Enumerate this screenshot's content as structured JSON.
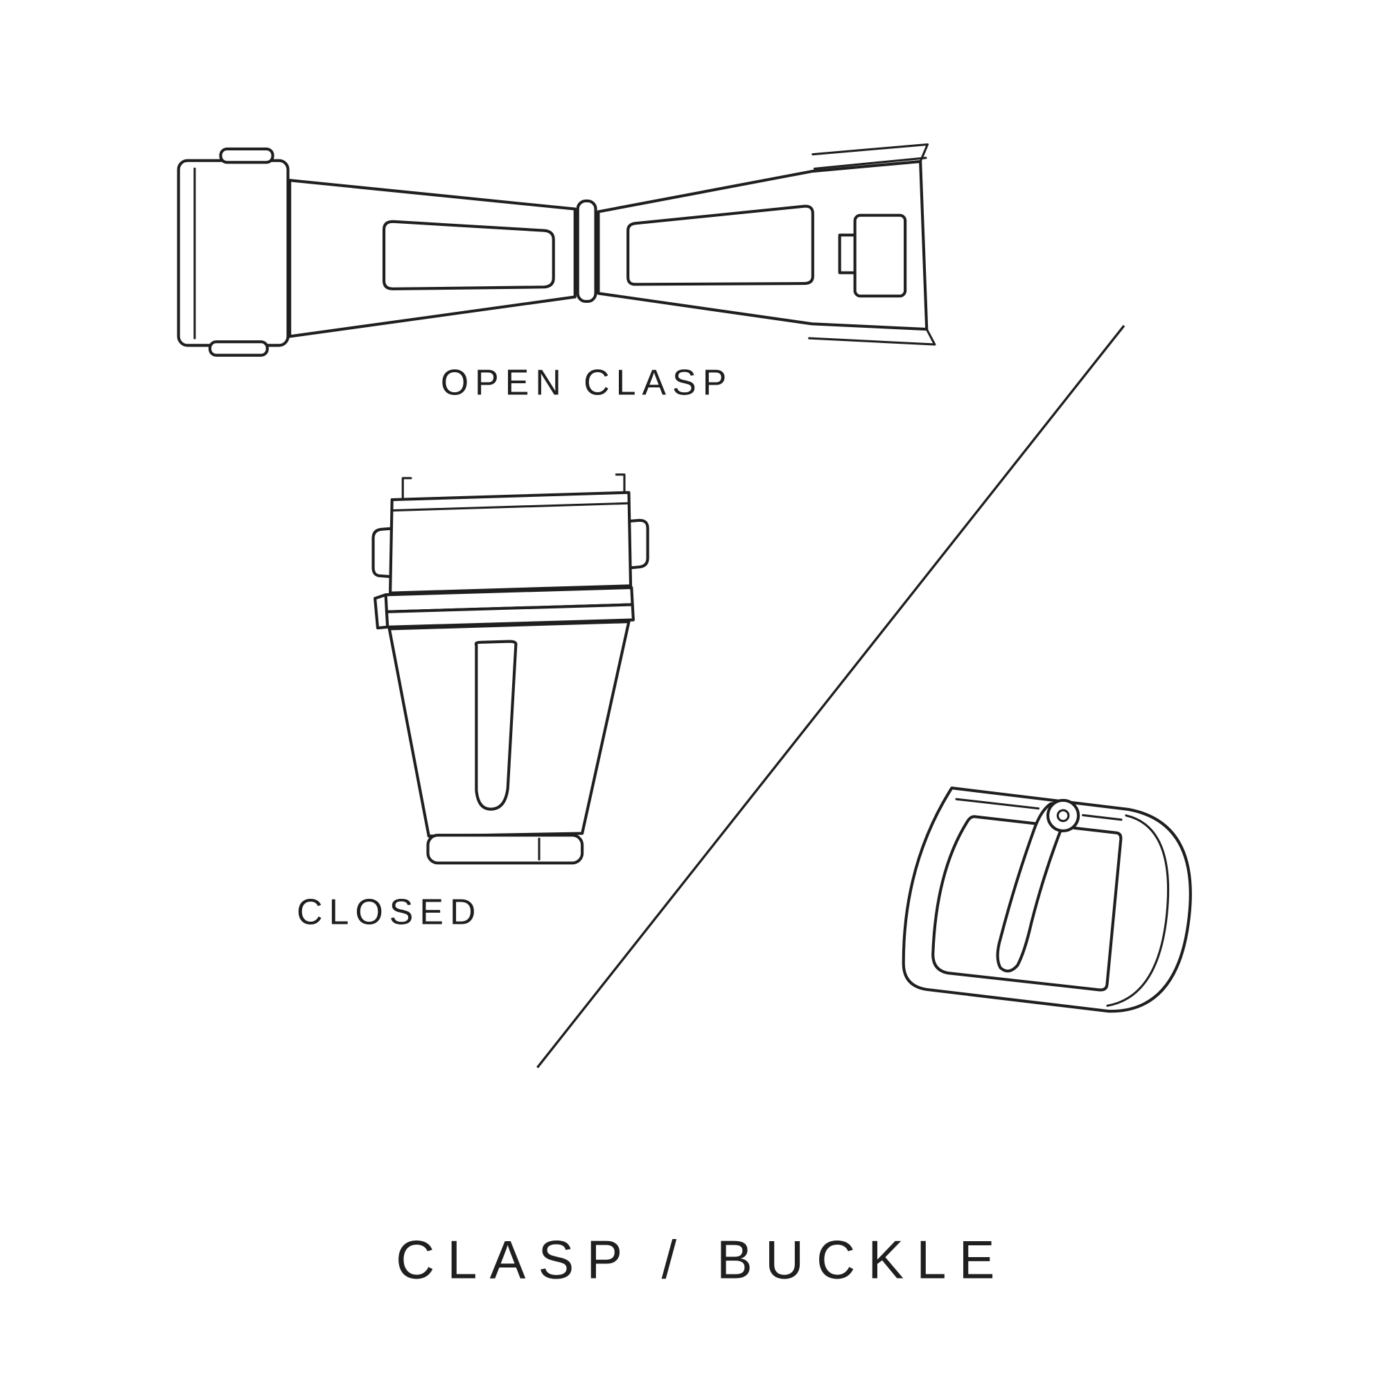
{
  "page": {
    "background": "#ffffff",
    "line_color": "#1f1f1f",
    "text_color": "#1f1f1f"
  },
  "labels": {
    "open_clasp": "OPEN CLASP",
    "closed": "CLOSED",
    "title": "CLASP / BUCKLE"
  }
}
